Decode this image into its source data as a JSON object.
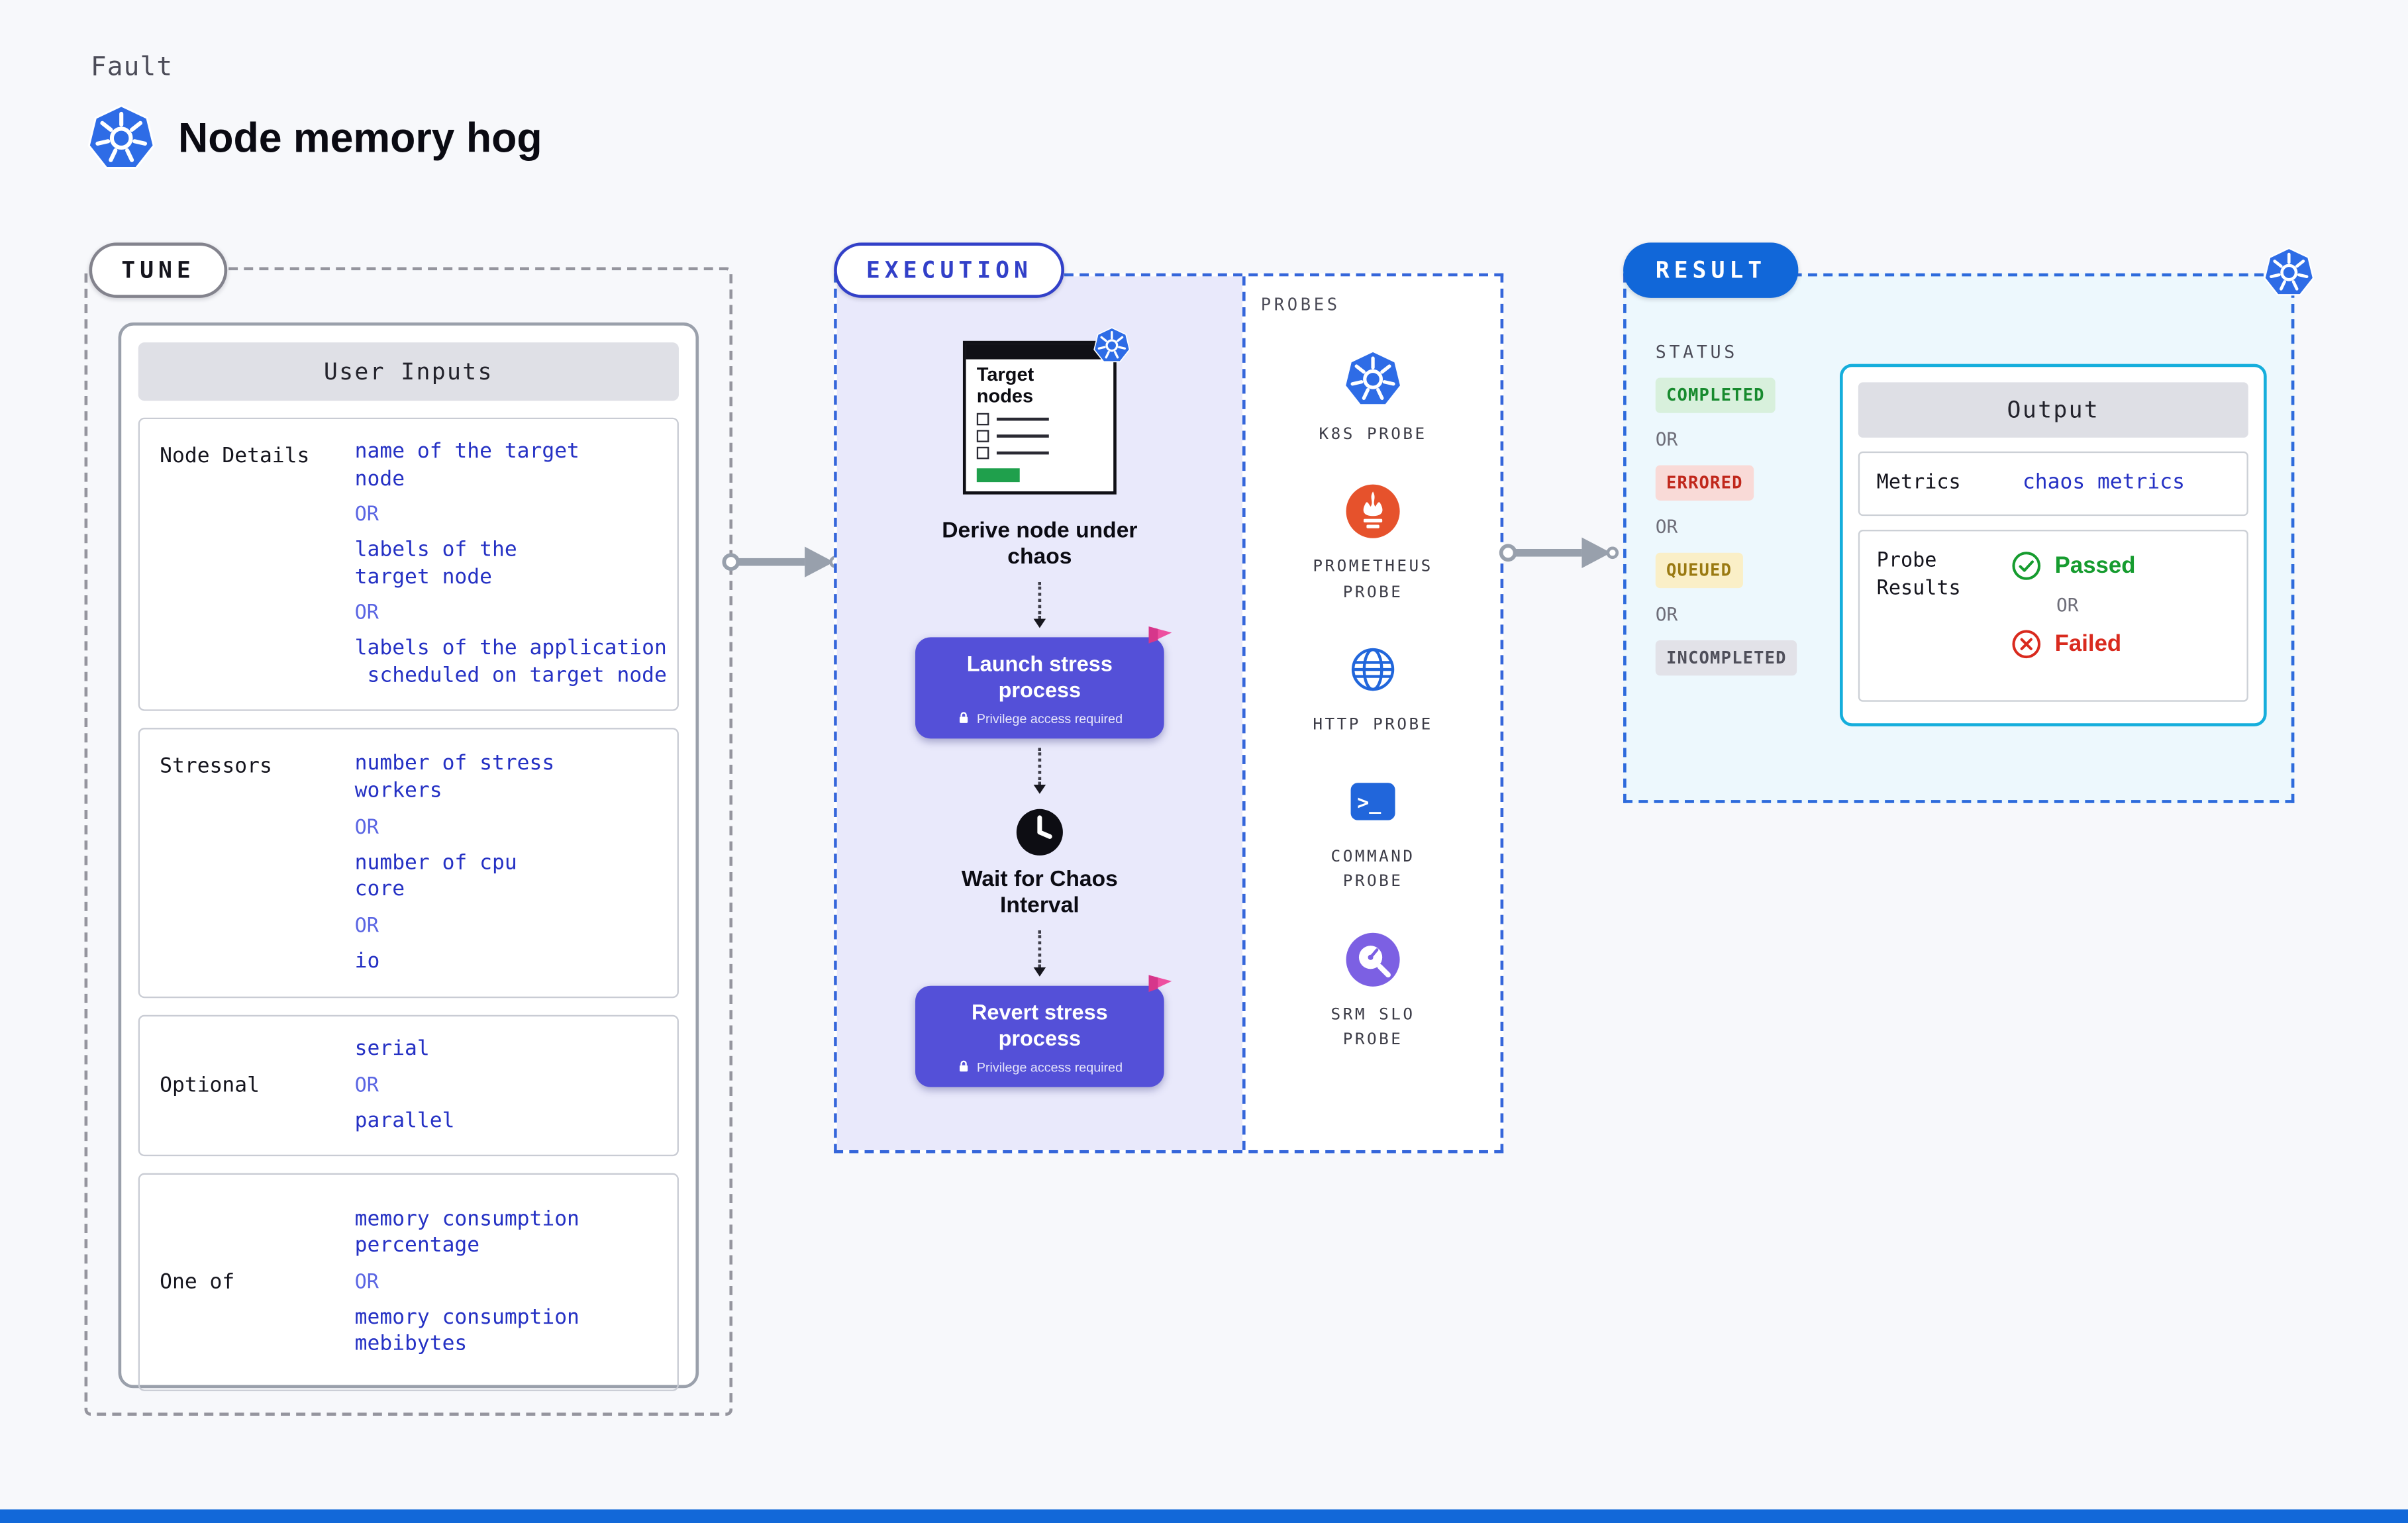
{
  "colors": {
    "k8s_blue": "#2E6CE6",
    "button_indigo": "#5450D8",
    "value_blue": "#2531C4",
    "or_blue": "#5B66E3",
    "execution_border_blue": "#3566DA",
    "result_pill_blue": "#1167D9",
    "output_border_cyan": "#15AEDC",
    "status_completed_green": "#178A2E",
    "status_errored_red": "#C0271B",
    "status_queued_yellow": "#9A7A12",
    "status_incompleted_gray": "#4F4F5A",
    "passed_green": "#169C2F",
    "failed_red": "#D92A1E",
    "prometheus_orange": "#E6522C",
    "srm_purple": "#7C60E3",
    "flag_pink": "#EE4FA0",
    "progress_green": "#1FA04C",
    "footer_blue": "#1268D9"
  },
  "header": {
    "kicker": "Fault",
    "title": "Node memory hog"
  },
  "tune": {
    "pill": "TUNE",
    "card_title": "User Inputs",
    "or": "OR",
    "rows": [
      {
        "label": "Node Details",
        "options": [
          "name of the target\nnode",
          "labels of the\ntarget node",
          "labels of the application\n scheduled on target node"
        ]
      },
      {
        "label": "Stressors",
        "options": [
          "number of stress\nworkers",
          "number of cpu\ncore",
          "io"
        ]
      },
      {
        "label": "Optional",
        "options": [
          "serial",
          "parallel"
        ]
      },
      {
        "label": "One of",
        "options": [
          "memory consumption\npercentage",
          "memory consumption\nmebibytes"
        ]
      }
    ]
  },
  "execution": {
    "pill": "EXECUTION",
    "target_card": {
      "title": "Target nodes"
    },
    "derive_label": "Derive node under chaos",
    "launch_button": {
      "label": "Launch stress process",
      "note": "Privilege access required"
    },
    "wait_label": "Wait for Chaos Interval",
    "revert_button": {
      "label": "Revert stress process",
      "note": "Privilege access required"
    },
    "probes_title": "PROBES",
    "probes": [
      {
        "label": "K8S PROBE",
        "icon": "k8s-icon"
      },
      {
        "label": "PROMETHEUS PROBE",
        "icon": "prometheus-icon"
      },
      {
        "label": "HTTP PROBE",
        "icon": "globe-icon"
      },
      {
        "label": "COMMAND PROBE",
        "icon": "terminal-icon"
      },
      {
        "label": "SRM SLO PROBE",
        "icon": "gauge-icon"
      }
    ]
  },
  "result": {
    "pill": "RESULT",
    "status_title": "STATUS",
    "or": "OR",
    "statuses": [
      "COMPLETED",
      "ERRORED",
      "QUEUED",
      "INCOMPLETED"
    ],
    "output": {
      "title": "Output",
      "metrics_label": "Metrics",
      "metrics_value": "chaos metrics",
      "probe_results_label": "Probe Results",
      "passed": "Passed",
      "failed": "Failed"
    }
  }
}
